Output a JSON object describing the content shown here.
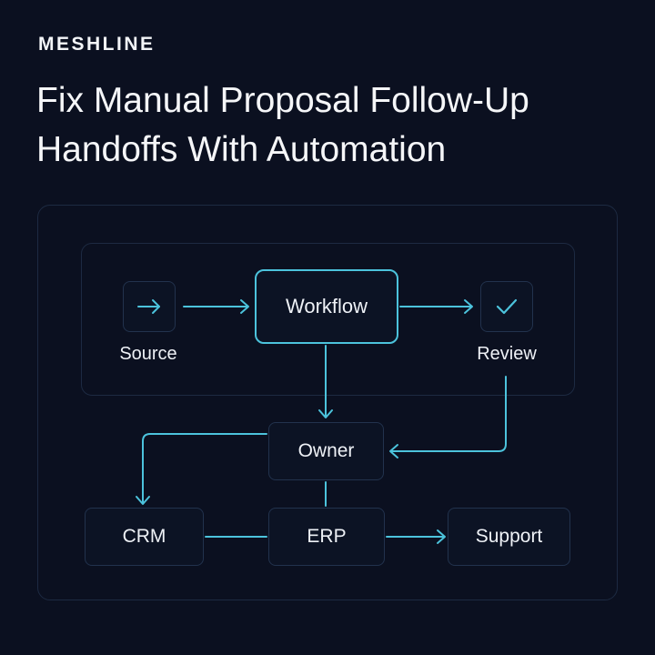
{
  "brand": "MESHLINE",
  "headline": {
    "line1": "Fix Manual Proposal Follow-Up",
    "line2": "Handoffs With Automation"
  },
  "diagram": {
    "source_label": "Source",
    "source_icon": "arrow-right-icon",
    "workflow_label": "Workflow",
    "review_label": "Review",
    "review_icon": "checkmark-icon",
    "owner_label": "Owner",
    "crm_label": "CRM",
    "erp_label": "ERP",
    "support_label": "Support",
    "accent_color": "#4cc3dc",
    "border_color": "#22324d"
  }
}
